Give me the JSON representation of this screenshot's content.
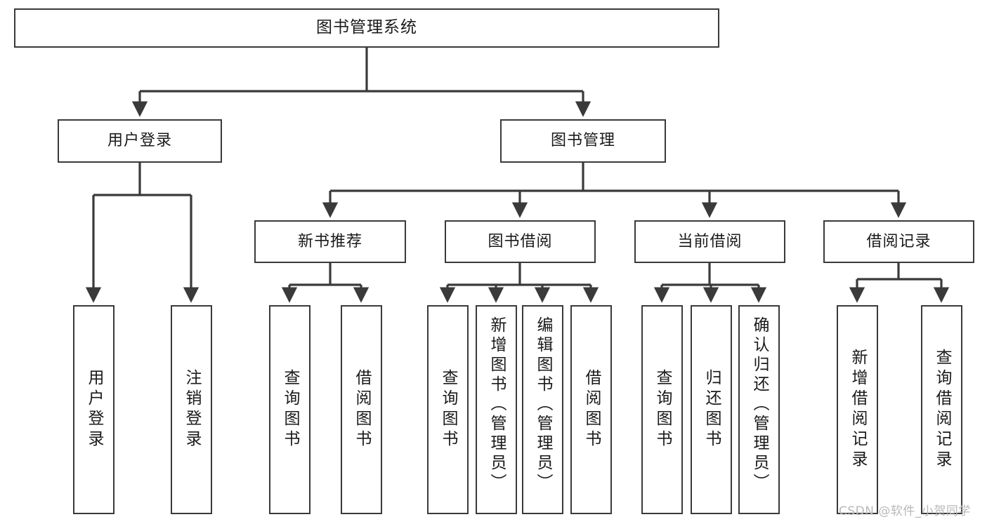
{
  "diagram": {
    "type": "hierarchy-tree",
    "title_node": {
      "label": "图书管理系统",
      "level": 1
    },
    "level2": [
      {
        "id": "user-login",
        "label": "用户登录"
      },
      {
        "id": "book-management",
        "label": "图书管理"
      }
    ],
    "level3": [
      {
        "id": "new-book-recommend",
        "label": "新书推荐",
        "parent": "book-management"
      },
      {
        "id": "book-borrow",
        "label": "图书借阅",
        "parent": "book-management"
      },
      {
        "id": "current-borrow",
        "label": "当前借阅",
        "parent": "book-management"
      },
      {
        "id": "borrow-record",
        "label": "借阅记录",
        "parent": "book-management"
      }
    ],
    "leaves": [
      {
        "id": "leaf-user-login",
        "label": "用户登录",
        "parent": "user-login"
      },
      {
        "id": "leaf-logout-login",
        "label": "注销登录",
        "parent": "user-login"
      },
      {
        "id": "leaf-query-book-1",
        "label": "查询图书",
        "parent": "new-book-recommend"
      },
      {
        "id": "leaf-borrow-book-1",
        "label": "借阅图书",
        "parent": "new-book-recommend"
      },
      {
        "id": "leaf-query-book-2",
        "label": "查询图书",
        "parent": "book-borrow"
      },
      {
        "id": "leaf-add-book",
        "label": "新增图书（管理员）",
        "parent": "book-borrow"
      },
      {
        "id": "leaf-edit-book",
        "label": "编辑图书（管理员）",
        "parent": "book-borrow"
      },
      {
        "id": "leaf-borrow-book-2",
        "label": "借阅图书",
        "parent": "book-borrow"
      },
      {
        "id": "leaf-query-book-3",
        "label": "查询图书",
        "parent": "current-borrow"
      },
      {
        "id": "leaf-return-book",
        "label": "归还图书",
        "parent": "current-borrow"
      },
      {
        "id": "leaf-confirm-return",
        "label": "确认归还（管理员）",
        "parent": "current-borrow"
      },
      {
        "id": "leaf-add-record",
        "label": "新增借阅记录",
        "parent": "borrow-record"
      },
      {
        "id": "leaf-query-record",
        "label": "查询借阅记录",
        "parent": "borrow-record"
      }
    ],
    "colors": {
      "stroke": "#3a3a3a",
      "node_fill": "#ffffff",
      "text": "#1a1a1a",
      "watermark": "#b9b9b9",
      "background": "#ffffff"
    }
  },
  "watermark": {
    "text": "CSDN @软件_小贺同学"
  }
}
